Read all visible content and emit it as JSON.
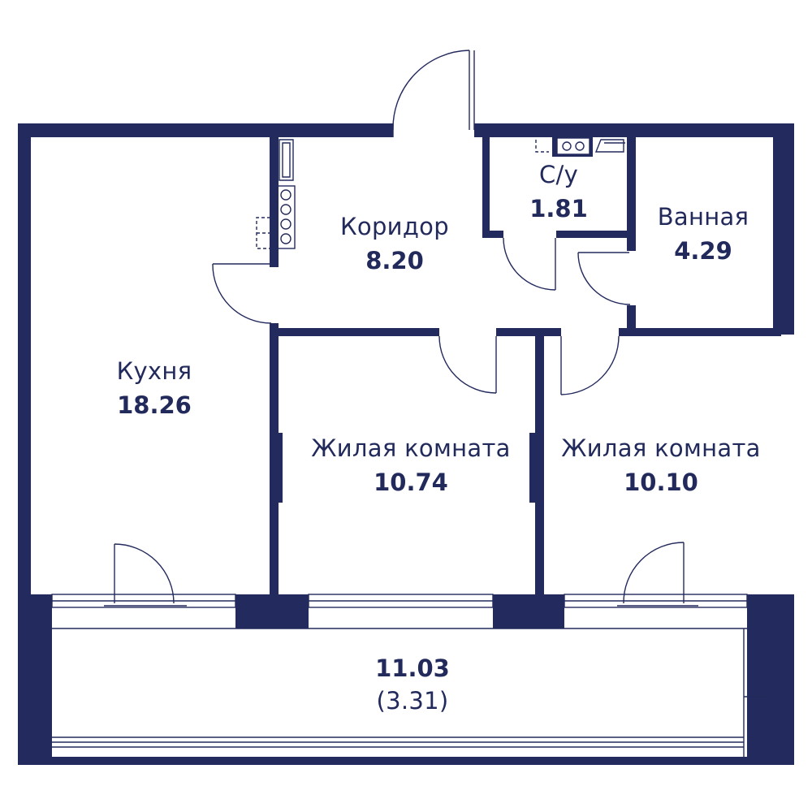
{
  "colors": {
    "wall": "#232a5d",
    "line": "#232a5d",
    "background": "#ffffff"
  },
  "rooms": {
    "kitchen": {
      "name": "Кухня",
      "area": "18.26"
    },
    "corridor": {
      "name": "Коридор",
      "area": "8.20"
    },
    "wc": {
      "name": "С/у",
      "area": "1.81"
    },
    "bathroom": {
      "name": "Ванная",
      "area": "4.29"
    },
    "living1": {
      "name": "Жилая комната",
      "area": "10.74"
    },
    "living2": {
      "name": "Жилая комната",
      "area": "10.10"
    },
    "balcony": {
      "area": "11.03",
      "reduced_area": "(3.31)"
    }
  }
}
